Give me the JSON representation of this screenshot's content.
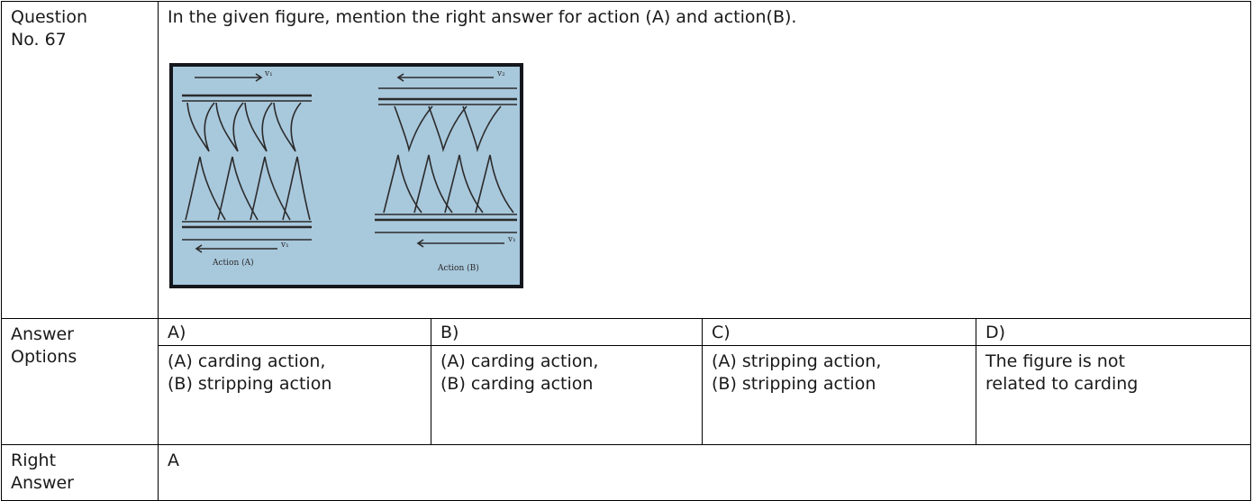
{
  "question": {
    "label": "Question\nNo. 67",
    "text": "In the given figure, mention the right answer for action (A) and action(B).",
    "figure": {
      "label_a": "Action (A)",
      "label_b": "Action (B)",
      "velocity_top_a": "v₁",
      "velocity_bottom_a": "v₁",
      "velocity_top_b": "v₂",
      "velocity_bottom_b": "v₁",
      "background": "#a8c8dc"
    }
  },
  "answer_options": {
    "label": "Answer\nOptions",
    "options": [
      {
        "letter": "A)",
        "text": "(A) carding action,\n(B) stripping action"
      },
      {
        "letter": "B)",
        "text": "(A) carding action,\n(B) carding action"
      },
      {
        "letter": "C)",
        "text": "(A) stripping action,\n(B) stripping action"
      },
      {
        "letter": "D)",
        "text": "The figure is not\nrelated to carding"
      }
    ]
  },
  "right_answer": {
    "label": "Right\nAnswer",
    "value": "A"
  }
}
